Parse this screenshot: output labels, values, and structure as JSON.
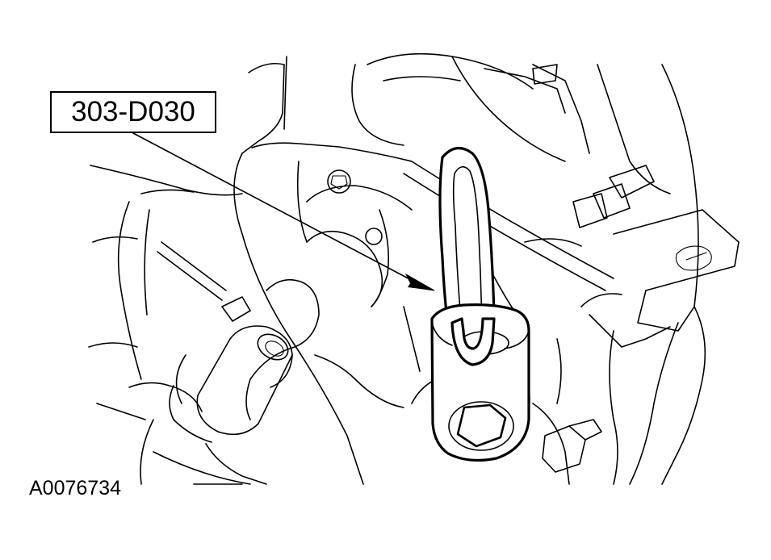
{
  "illustration": {
    "tool_label": "303-D030",
    "figure_id": "A0076734"
  },
  "icons": {
    "tool": "lifting-eye-tool",
    "arrow": "leader-arrow"
  }
}
